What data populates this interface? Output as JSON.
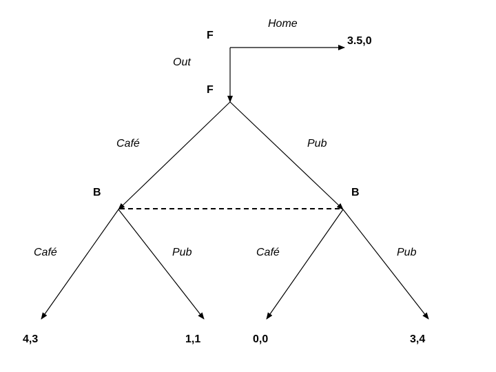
{
  "colors": {
    "background": "#ffffff",
    "ink": "#000000"
  },
  "players": {
    "first_mover_top": "F",
    "first_mover_second": "F",
    "second_mover_left": "B",
    "second_mover_right": "B"
  },
  "actions": {
    "home": "Home",
    "out": "Out",
    "first_left": "Café",
    "first_right": "Pub",
    "second_left_left": "Café",
    "second_left_right": "Pub",
    "second_right_left": "Café",
    "second_right_right": "Pub"
  },
  "payoffs": {
    "home": "3.5,0",
    "cafe_cafe": "4,3",
    "cafe_pub": "1,1",
    "pub_cafe": "0,0",
    "pub_pub": "3,4"
  }
}
